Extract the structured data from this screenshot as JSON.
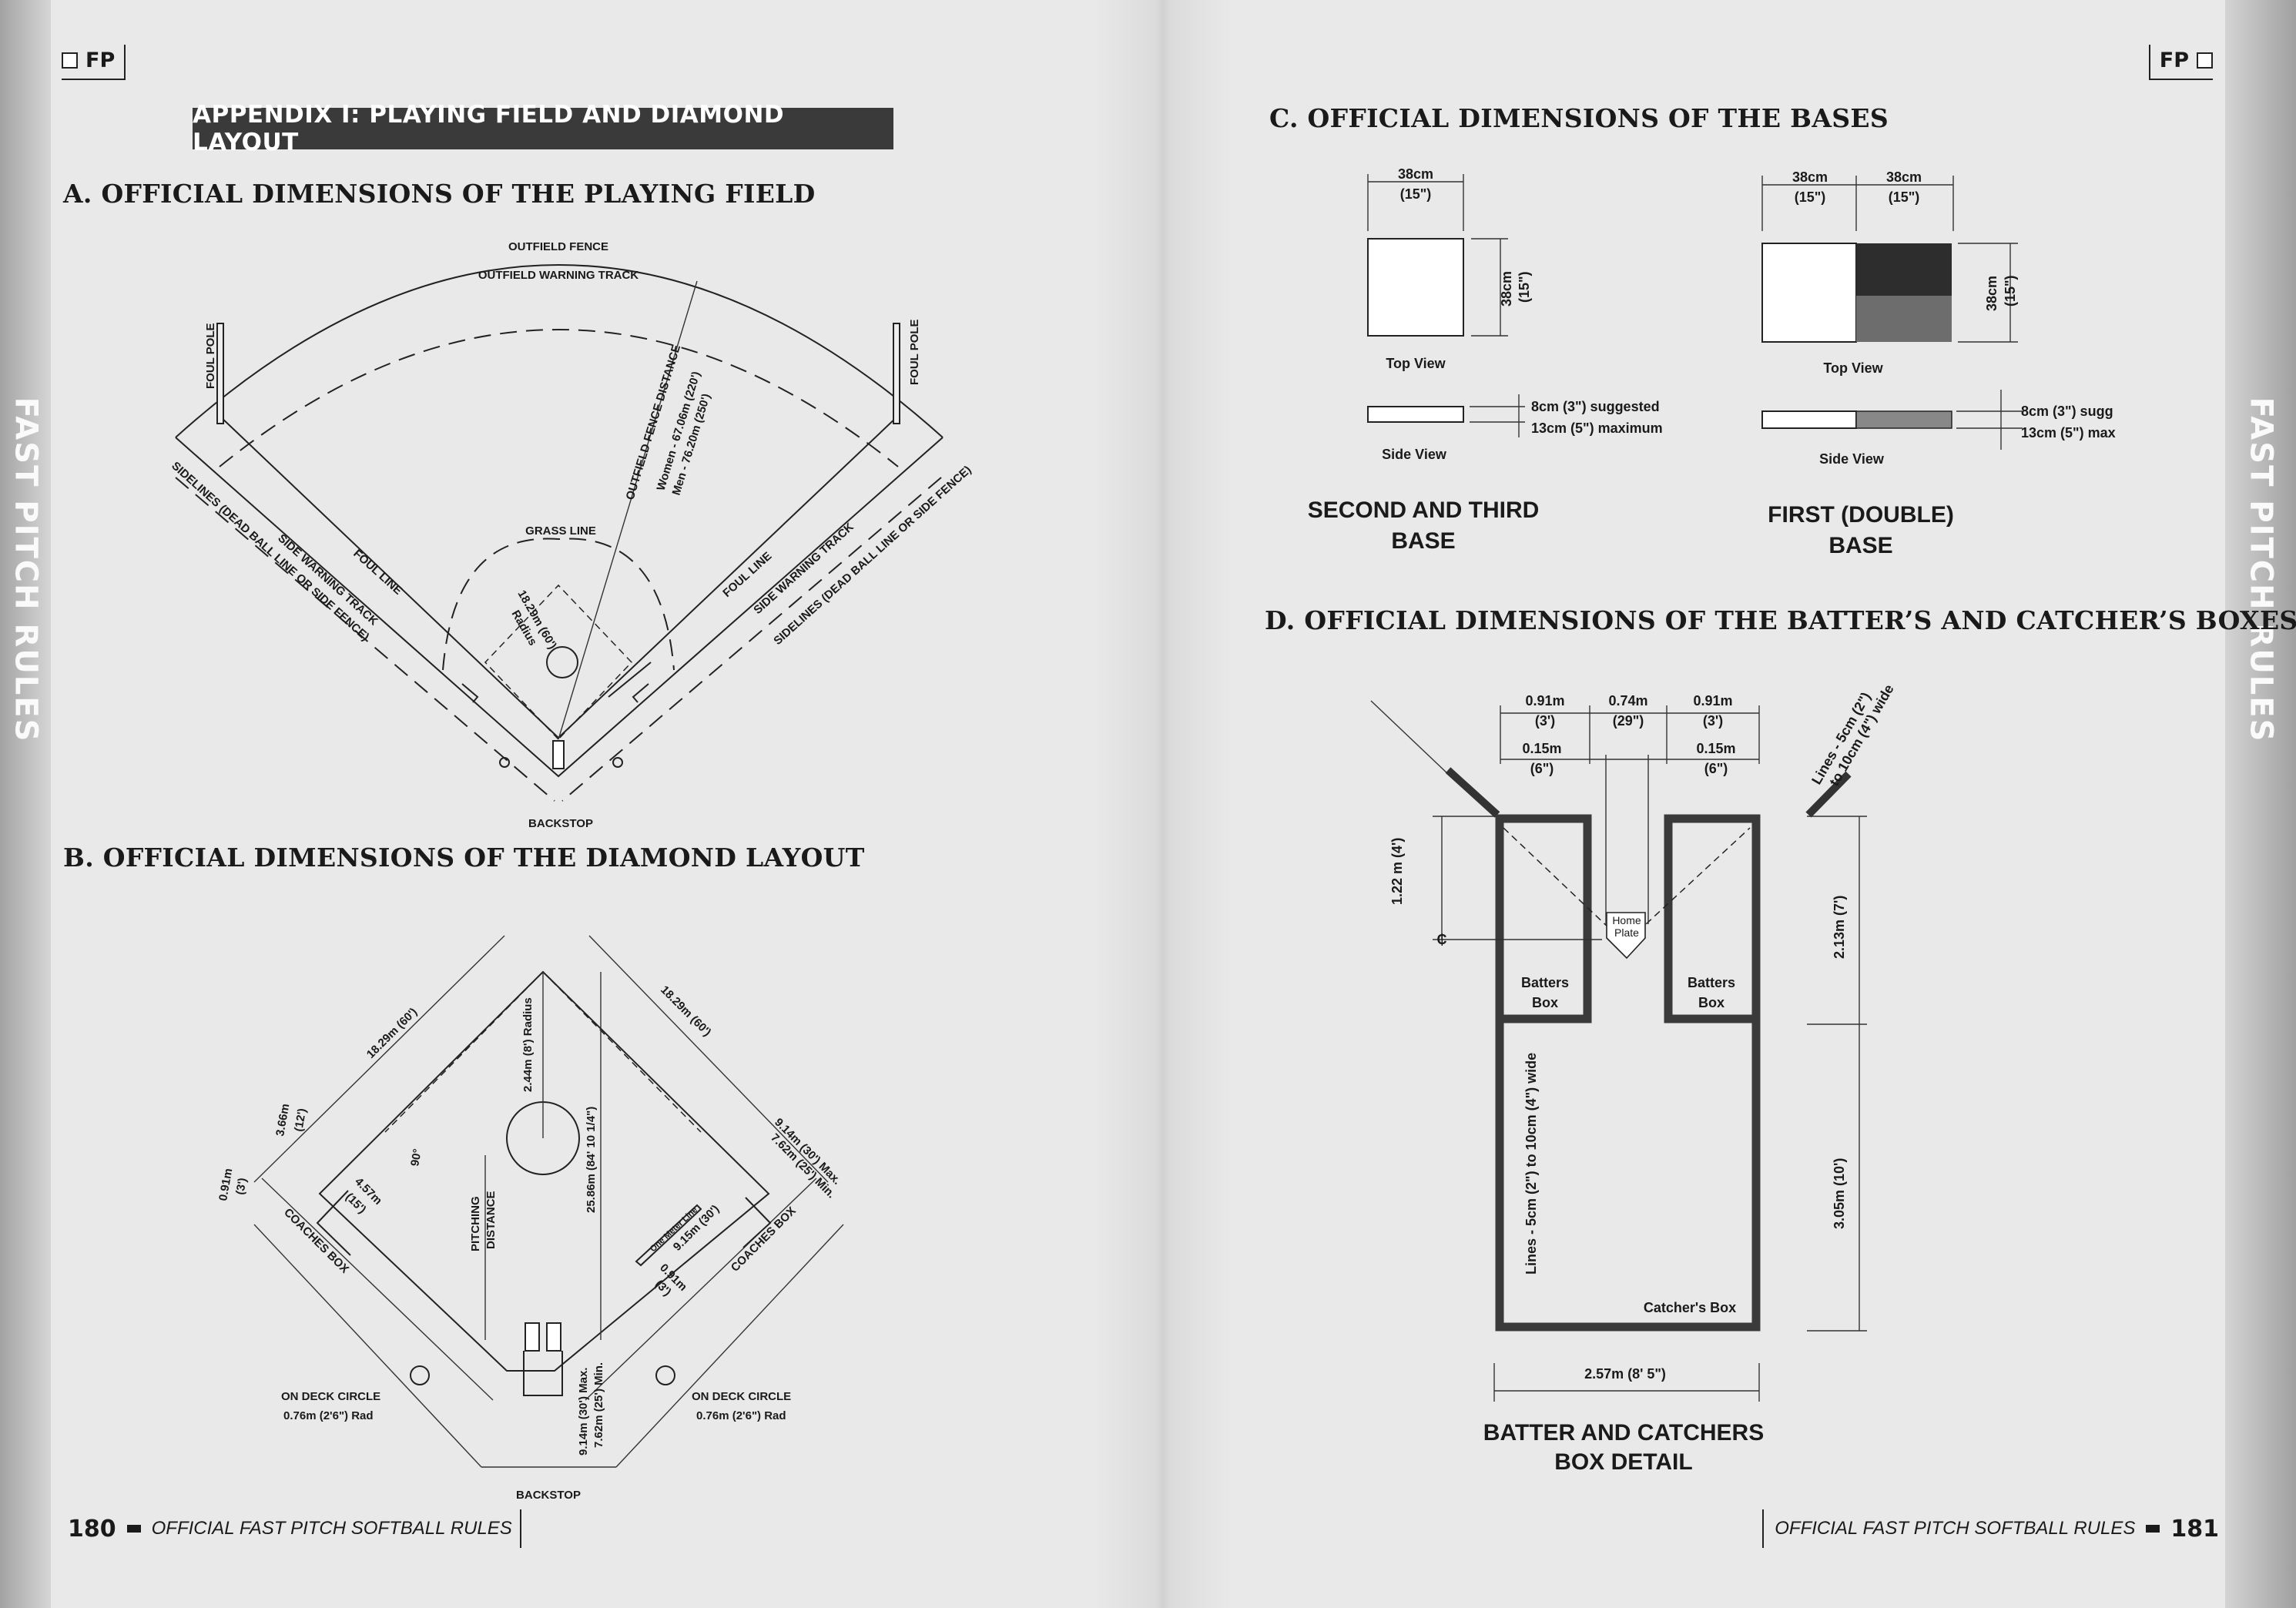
{
  "header": {
    "left_tag": "FP",
    "right_tag": "FP",
    "appendix_title": "APPENDIX I: PLAYING FIELD AND DIAMOND LAYOUT"
  },
  "side_tabs": {
    "left": "FAST PITCH RULES",
    "right": "FAST PITCH RULES"
  },
  "sections": {
    "a": "A.  OFFICIAL DIMENSIONS OF THE PLAYING FIELD",
    "b": "B.  OFFICIAL DIMENSIONS OF THE DIAMOND LAYOUT",
    "c": "C.  OFFICIAL DIMENSIONS OF THE BASES",
    "d": "D.  OFFICIAL DIMENSIONS OF THE BATTER’S AND CATCHER’S BOXES"
  },
  "field": {
    "outfield_fence": "OUTFIELD FENCE",
    "warning_track": "OUTFIELD WARNING TRACK",
    "foul_pole_left": "FOUL POLE",
    "foul_pole_right": "FOUL POLE",
    "fence_distance": "OUTFIELD FENCE DISTANCE",
    "women": "Women - 67.06m (220')",
    "men": "Men - 76.20m (250')",
    "grass_line": "GRASS LINE",
    "radius": "18.29m (60')",
    "radius_label": "Radius",
    "foul_line_left": "FOUL LINE",
    "foul_line_right": "FOUL LINE",
    "side_track_left": "SIDE WARNING TRACK",
    "side_track_right": "SIDE WARNING TRACK",
    "sidelines_left": "SIDELINES (DEAD BALL LINE OR SIDE FENCE)",
    "sidelines_right": "SIDELINES (DEAD BALL LINE OR SIDE FENCE)",
    "backstop": "BACKSTOP"
  },
  "diamond": {
    "side_left": "18.29m (60')",
    "side_right": "18.29m (60')",
    "radius_8": "2.44m (8') Radius",
    "home_to_second": "25.86m (84' 10 1/4\")",
    "pitching": "PITCHING",
    "distance": "DISTANCE",
    "angle": "90°",
    "d_3_66": "3.66m",
    "d_12": "(12')",
    "d_0_91_left": "0.91m",
    "d_3_left": "(3')",
    "d_4_57": "4.57m",
    "d_15": "(15')",
    "coaches_left": "COACHES BOX",
    "coaches_right": "COACHES BOX",
    "max_right": "9.14m (30') Max.",
    "min_right": "7.62m (25') Min.",
    "double_base_line": "One Meter Line",
    "d_9_15": "9.15m (30')",
    "d_0_91_right": "0.91m",
    "d_3_right": "(3')",
    "on_deck_left": "ON DECK CIRCLE",
    "on_deck_left_r": "0.76m (2'6\") Rad",
    "on_deck_right": "ON DECK CIRCLE",
    "on_deck_right_r": "0.76m (2'6\") Rad",
    "back_max": "9.14m (30') Max.",
    "back_min": "7.62m (25') Min.",
    "backstop": "BACKSTOP"
  },
  "bases": {
    "w1": "38cm",
    "w1b": "(15\")",
    "h1": "38cm",
    "h1b": "(15\")",
    "top_view_1": "Top View",
    "side_view_1": "Side View",
    "sugg_1": "8cm (3\") suggested",
    "max_1": "13cm (5\") maximum",
    "name_1a": "SECOND AND THIRD",
    "name_1b": "BASE",
    "w2a": "38cm",
    "w2ab": "(15\")",
    "w2b": "38cm",
    "w2bb": "(15\")",
    "h2": "38cm",
    "h2b": "(15\")",
    "top_view_2": "Top View",
    "side_view_2": "Side View",
    "sugg_2": "8cm (3\") sugg",
    "max_2": "13cm (5\") max",
    "name_2a": "FIRST (DOUBLE)",
    "name_2b": "BASE"
  },
  "boxes": {
    "d091a": "0.91m",
    "d3a": "(3')",
    "d074": "0.74m",
    "d29": "(29\")",
    "d091b": "0.91m",
    "d3b": "(3')",
    "d015a": "0.15m",
    "d6a": "(6\")",
    "d015b": "0.15m",
    "d6b": "(6\")",
    "lines_top": "Lines - 5cm (2\")",
    "lines_top2": "to 10cm (4\") wide",
    "d122": "1.22 m (4')",
    "cl": "₵",
    "home_plate_1": "Home",
    "home_plate_2": "Plate",
    "batters_1": "Batters",
    "box_1": "Box",
    "batters_2": "Batters",
    "box_2": "Box",
    "d213": "2.13m (7')",
    "d305": "3.05m (10')",
    "lines_vert": "Lines - 5cm (2\") to 10cm (4\") wide",
    "catchers": "Catcher's Box",
    "d257": "2.57m (8' 5\")",
    "caption_1": "BATTER AND CATCHERS",
    "caption_2": "BOX DETAIL"
  },
  "footer": {
    "left_num": "180",
    "left_text": "OFFICIAL FAST PITCH SOFTBALL RULES",
    "right_text": "OFFICIAL FAST PITCH SOFTBALL RULES",
    "right_num": "181"
  }
}
